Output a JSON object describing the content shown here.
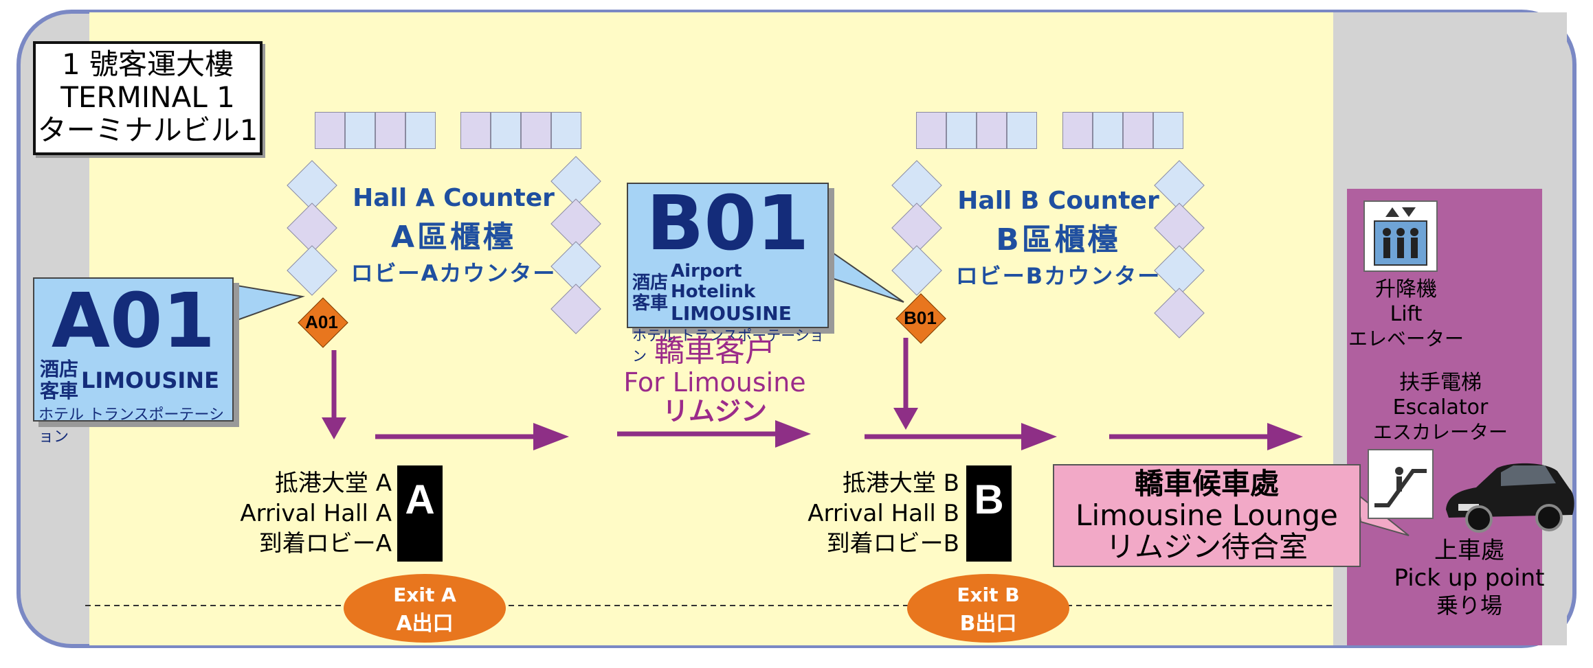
{
  "terminal": {
    "line1": "1 號客運大樓",
    "line2": "TERMINAL 1",
    "line3": "ターミナルビル1"
  },
  "hall_a": {
    "title_en": "Hall A Counter",
    "title_zh": "A區櫃檯",
    "title_ja": "ロビーAカウンター"
  },
  "hall_b": {
    "title_en": "Hall B Counter",
    "title_zh": "B區櫃檯",
    "title_ja": "ロビーBカウンター"
  },
  "sign_a01": {
    "code": "A01",
    "zh": "酒店\n客車",
    "en": "LIMOUSINE",
    "ja": "ホテル トランスポーテーション"
  },
  "sign_b01": {
    "code": "B01",
    "zh": "酒店\n客車",
    "en1": "Airport Hotelink",
    "en2": "LIMOUSINE",
    "ja": "ホテル トランスポーテーション"
  },
  "stops": {
    "a01": "A01",
    "b01": "B01"
  },
  "limo_path": {
    "zh": "轎車客户",
    "en": "For Limousine",
    "ja": "リムジン"
  },
  "arrival_a": {
    "zh": "抵港大堂 A",
    "en": "Arrival Hall A",
    "ja": "到着ロビーA",
    "mark": "A"
  },
  "arrival_b": {
    "zh": "抵港大堂 B",
    "en": "Arrival Hall B",
    "ja": "到着ロビーB",
    "mark": "B"
  },
  "exit_a": {
    "en": "Exit A",
    "zh": "A出口"
  },
  "exit_b": {
    "en": "Exit B",
    "zh": "B出口"
  },
  "lounge": {
    "zh": "轎車候車處",
    "en": "Limousine Lounge",
    "ja": "リムジン待合室"
  },
  "lift": {
    "zh": "升降機",
    "en": "Lift",
    "ja": "エレベーター"
  },
  "escalator": {
    "zh": "扶手電梯",
    "en": "Escalator",
    "ja": "エスカレーター"
  },
  "pickup": {
    "zh": "上車處",
    "en": "Pick up point",
    "ja": "乗り場"
  },
  "colors": {
    "path_purple": "#8e2f86",
    "stop_orange": "#e8761e",
    "sign_blue": "#a6d3f5",
    "lounge_pink": "#f2a9c7",
    "floor_yellow": "#fffbc6",
    "pickup_purple": "#b0609f"
  }
}
